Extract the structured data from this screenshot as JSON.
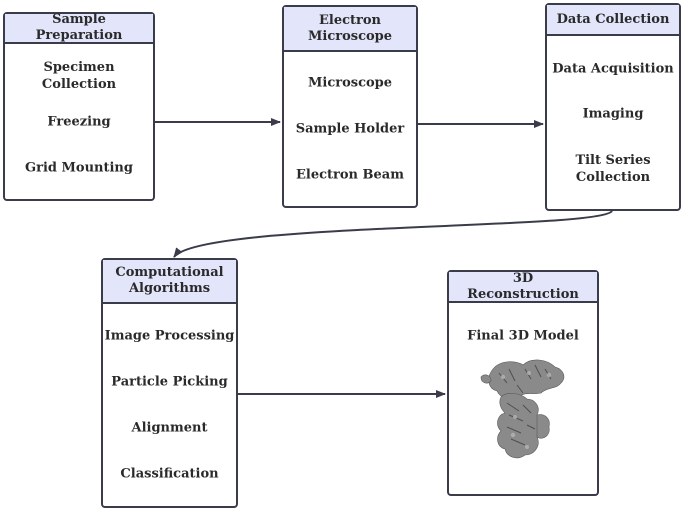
{
  "boxes": [
    {
      "key": "sample-preparation",
      "title": "Sample Preparation",
      "items": [
        "Specimen Collection",
        "Freezing",
        "Grid Mounting"
      ]
    },
    {
      "key": "electron-microscope",
      "title": "Electron\nMicroscope",
      "items": [
        "Microscope",
        "Sample Holder",
        "Electron Beam"
      ]
    },
    {
      "key": "data-collection",
      "title": "Data Collection",
      "items": [
        "Data Acquisition",
        "Imaging",
        "Tilt Series\nCollection"
      ]
    },
    {
      "key": "computational-algorithms",
      "title": "Computational\nAlgorithms",
      "items": [
        "Image Processing",
        "Particle Picking",
        "Alignment",
        "Classification"
      ]
    },
    {
      "key": "3d-reconstruction",
      "title": "3D Reconstruction",
      "items": [
        "Final 3D Model"
      ]
    }
  ],
  "colors": {
    "header_fill": "#e3e5fb",
    "border": "#3a3c4a",
    "arrow": "#3a3c4a",
    "model": "#8a8a8a"
  },
  "icons": {
    "model_image": "protein-density-map-icon"
  }
}
